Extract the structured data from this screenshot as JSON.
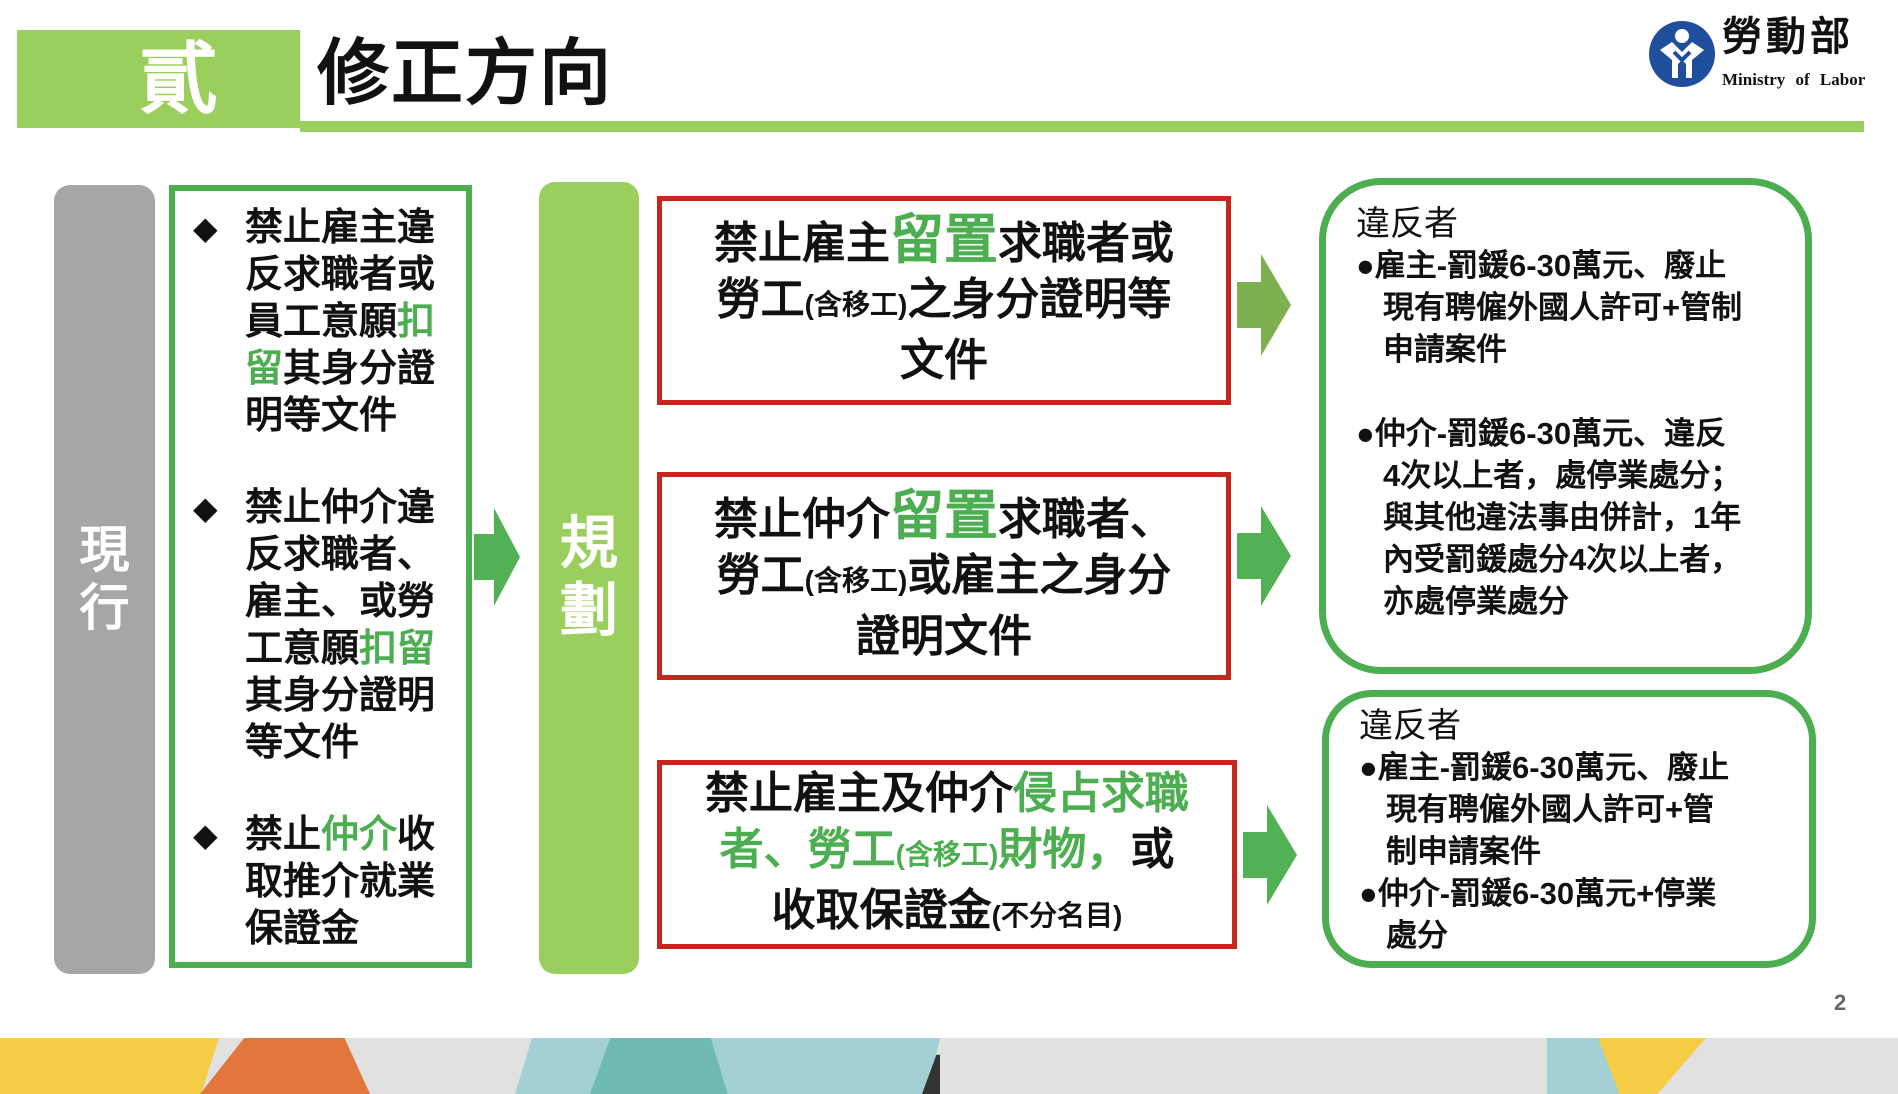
{
  "header": {
    "section": "貳",
    "title": "修正方向",
    "logo": {
      "name": "勞動部",
      "en": "Ministry of Labor"
    }
  },
  "current": {
    "label": "現行",
    "bullets": [
      [
        {
          "t": "禁止雇主違反求職者或員工意願",
          "c": "n"
        },
        {
          "t": "扣留",
          "c": "g"
        },
        {
          "t": "其身分證明等文件",
          "c": "n"
        }
      ],
      [
        {
          "t": "禁止仲介違反求職者、雇主、或勞工意願",
          "c": "n"
        },
        {
          "t": "扣留",
          "c": "g"
        },
        {
          "t": "其身分證明等文件",
          "c": "n"
        }
      ],
      [
        {
          "t": "禁止",
          "c": "n"
        },
        {
          "t": "仲介",
          "c": "g"
        },
        {
          "t": "收取推介就業保證金",
          "c": "n"
        }
      ]
    ],
    "bullet_symbol": "◆"
  },
  "plan": {
    "label": "規劃",
    "items": [
      [
        [
          {
            "t": "禁止雇主",
            "c": "n"
          },
          {
            "t": "留置",
            "c": "gb"
          },
          {
            "t": "求職者或",
            "c": "n"
          }
        ],
        [
          {
            "t": "勞工",
            "c": "n"
          },
          {
            "t": "(含移工)",
            "c": "s"
          },
          {
            "t": "之身分證明等",
            "c": "n"
          }
        ],
        [
          {
            "t": "文件",
            "c": "n"
          }
        ]
      ],
      [
        [
          {
            "t": "禁止仲介",
            "c": "n"
          },
          {
            "t": "留置",
            "c": "gb"
          },
          {
            "t": "求職者、",
            "c": "n"
          }
        ],
        [
          {
            "t": "勞工",
            "c": "n"
          },
          {
            "t": "(含移工)",
            "c": "s"
          },
          {
            "t": "或雇主之身分",
            "c": "n"
          }
        ],
        [
          {
            "t": "證明文件",
            "c": "n"
          }
        ]
      ],
      [
        [
          {
            "t": "禁止雇主及仲介",
            "c": "n"
          },
          {
            "t": "侵占求職",
            "c": "g"
          }
        ],
        [
          {
            "t": "者、勞工",
            "c": "g"
          },
          {
            "t": "(含移工)",
            "c": "gs"
          },
          {
            "t": "財物，",
            "c": "g"
          },
          {
            "t": "或",
            "c": "n"
          }
        ],
        [
          {
            "t": "收取保證金",
            "c": "n"
          },
          {
            "t": "(不分名目)",
            "c": "s"
          }
        ]
      ]
    ]
  },
  "penalties": [
    {
      "title": "違反者",
      "lines": [
        {
          "t": "●雇主-罰鍰6-30萬元、廢止",
          "k": "b"
        },
        {
          "t": "現有聘僱外國人許可+管制",
          "k": "i"
        },
        {
          "t": "申請案件",
          "k": "i"
        },
        {
          "t": "",
          "k": "gap"
        },
        {
          "t": "●仲介-罰鍰6-30萬元、違反",
          "k": "b"
        },
        {
          "t": "4次以上者，處停業處分；",
          "k": "i"
        },
        {
          "t": "與其他違法事由併計，1年",
          "k": "i"
        },
        {
          "t": "內受罰鍰處分4次以上者，",
          "k": "i"
        },
        {
          "t": "亦處停業處分",
          "k": "i"
        }
      ]
    },
    {
      "title": "違反者",
      "lines": [
        {
          "t": "●雇主-罰鍰6-30萬元、廢止",
          "k": "b"
        },
        {
          "t": "現有聘僱外國人許可+管",
          "k": "i"
        },
        {
          "t": "制申請案件",
          "k": "i"
        },
        {
          "t": "●仲介-罰鍰6-30萬元+停業",
          "k": "b"
        },
        {
          "t": "處分",
          "k": "i"
        }
      ]
    }
  ],
  "page_number": "2",
  "colors": {
    "green": "#4cae50",
    "light_green": "#9bcf5d",
    "red": "#c4281c",
    "gray": "#a6a6a6",
    "blue": "#1f4e9c"
  }
}
